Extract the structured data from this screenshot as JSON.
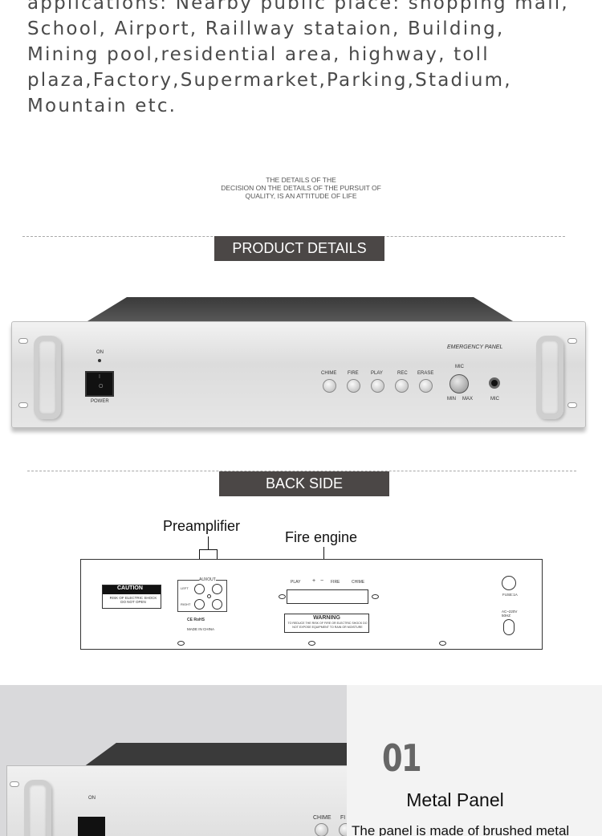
{
  "intro": {
    "text": "applications: Nearby public place: shopping mall,\nSchool, Airport, Raillway stataion, Building,\nMining pool,residential area, highway, toll\nplaza,Factory,Supermarket,Parking,Stadium,\nMountain etc."
  },
  "slogan": {
    "line1": "THE DETAILS OF THE",
    "line2": "DECISION ON THE DETAILS OF THE PURSUIT OF",
    "line3": "QUALITY, IS AN ATTITUDE OF LIFE"
  },
  "sections": {
    "product_details": "PRODUCT DETAILS",
    "back_side": "BACK SIDE"
  },
  "front_panel": {
    "brand": "EMERGENCY PANEL",
    "on_label": "ON",
    "power_label": "POWER",
    "switch_on": "I",
    "switch_off": "O",
    "buttons": [
      "CHIME",
      "FIRE",
      "PLAY",
      "REC",
      "ERASE"
    ],
    "mic_knob_label": "MIC",
    "min_label": "MIN",
    "max_label": "MAX",
    "mic_jack_label": "MIC"
  },
  "back_panel": {
    "callout_preamp": "Preamplifier",
    "callout_fire": "Fire engine",
    "caution": "CAUTION",
    "caution_sub": "RISK OF ELECTRIC SHOCK DO NOT OPEN",
    "aux_out": "AUXOUT",
    "left": "LEFT",
    "right": "RIGHT",
    "cert": "CE RoHS",
    "made_in": "MADE IN CHINA",
    "port_labels": [
      "PLAY",
      "+",
      "−",
      "FIRE",
      "CHIME"
    ],
    "warning": "WARNING",
    "warning_text": "TO REDUCE THE RISK OF FIRE OR ELECTRIC SHOCK DO NOT EXPOSE EQUIPMENT TO RAIN OR MOISTURE",
    "fuse": "FUSE:1A",
    "ac": "AC~220V 50HZ"
  },
  "feature": {
    "number": "01",
    "title": "Metal Panel",
    "desc": "The panel is made of brushed metal",
    "img_button_1": "CHIME",
    "img_button_2": "FI",
    "img_on": "ON"
  }
}
